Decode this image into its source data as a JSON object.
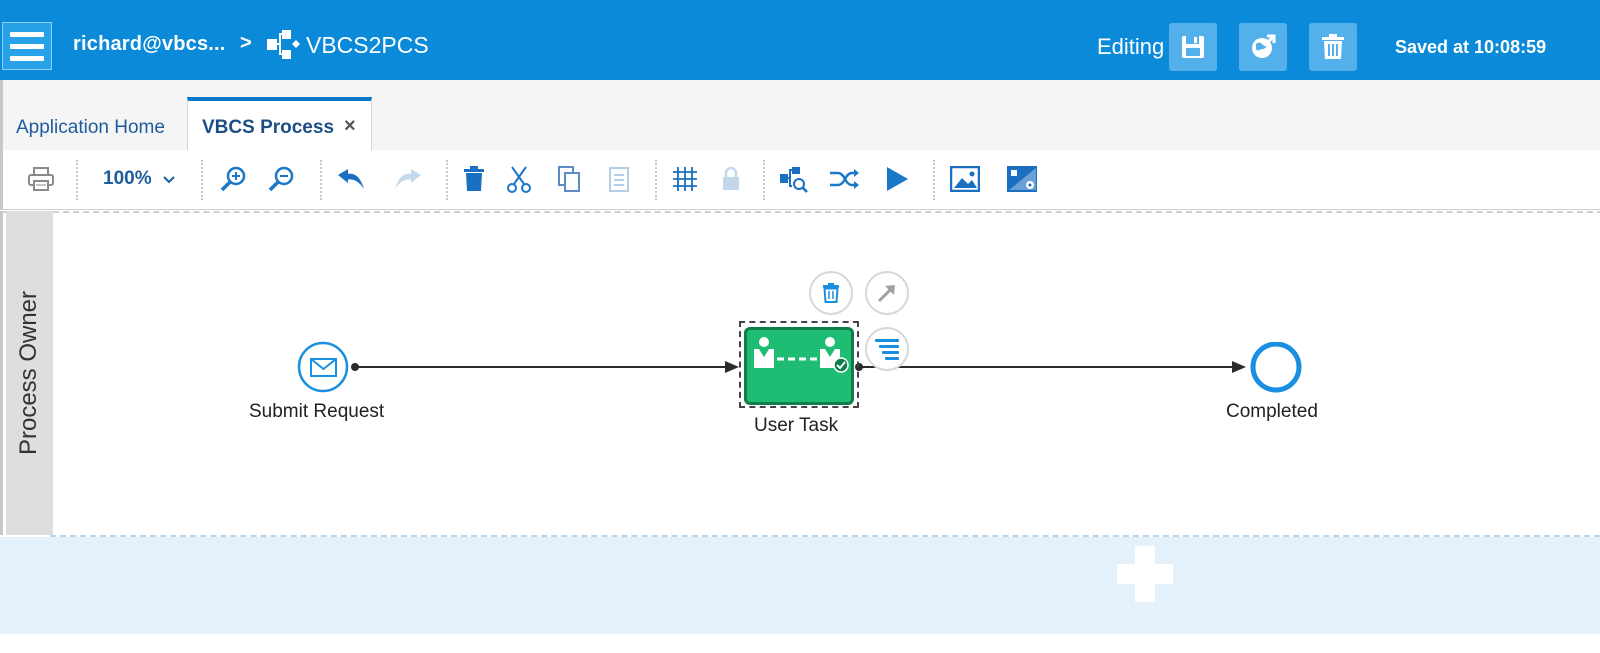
{
  "header": {
    "user": "richard@vbcs...",
    "separator": ">",
    "app_name": "VBCS2PCS",
    "mode": "Editing",
    "saved_status": "Saved at 10:08:59",
    "background_color": "#0a8ad8",
    "buttons": [
      {
        "name": "save-icon"
      },
      {
        "name": "publish-globe-icon"
      },
      {
        "name": "delete-trash-icon"
      }
    ]
  },
  "tabs": [
    {
      "label": "Application Home",
      "active": false
    },
    {
      "label": "VBCS Process",
      "active": true,
      "close": "×"
    }
  ],
  "toolbar": {
    "zoom_level": "100%",
    "icons": [
      "print-icon",
      "zoom-dropdown",
      "zoom-in-icon",
      "zoom-out-icon",
      "undo-icon",
      "redo-icon",
      "delete-icon",
      "cut-icon",
      "copy-icon",
      "paste-icon",
      "grid-icon",
      "lock-icon",
      "validate-icon",
      "simulate-icon",
      "run-icon",
      "image-icon",
      "image-settings-icon"
    ]
  },
  "lane": {
    "name": "Process Owner"
  },
  "process": {
    "start_event": "Submit Request",
    "task": "User Task",
    "end_event": "Completed",
    "task_color": "#1fbd73",
    "accent": "#1a8ee0"
  }
}
